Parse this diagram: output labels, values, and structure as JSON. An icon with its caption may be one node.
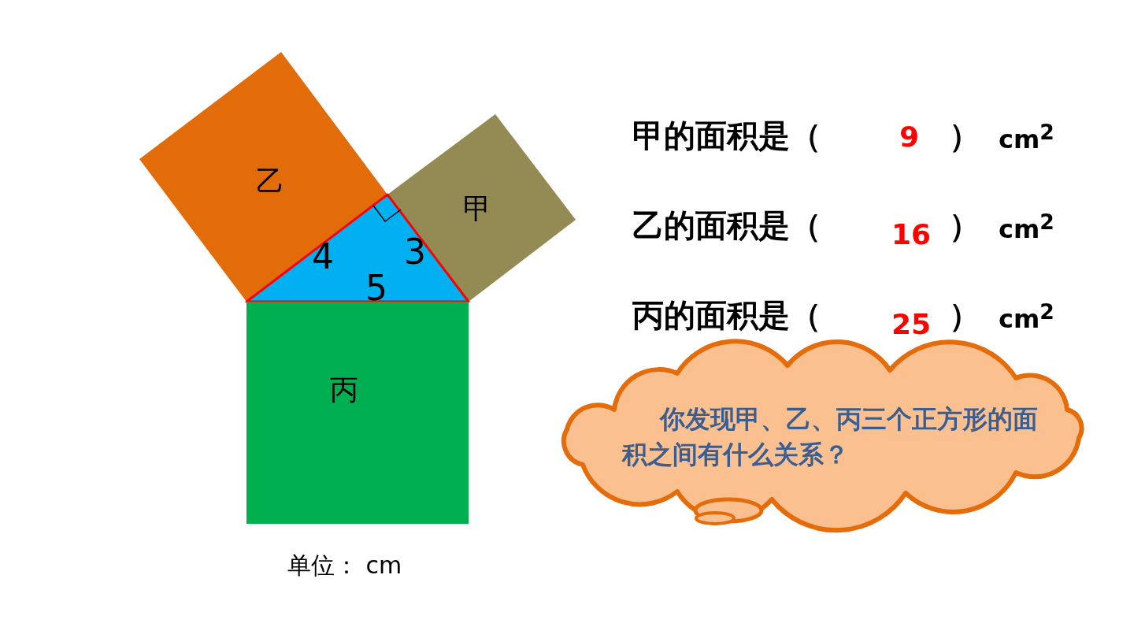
{
  "diagram": {
    "nodes": [
      {
        "text": [
          "乙"
        ]
      },
      {
        "text": [
          "甲"
        ]
      },
      {
        "text": [
          "4",
          "3",
          "5"
        ]
      },
      {
        "text": [
          "丙"
        ]
      },
      {
        "text": [
          "你发现甲、乙、丙三个正方形的面积之间有什么关系？"
        ]
      }
    ],
    "labels": [
      "甲的面积是（",
      "9",
      "）",
      "cm$^{2}$",
      "乙的面积是（",
      "16",
      "）",
      "cm$^{2}$",
      "丙的面积是（",
      "25",
      "）",
      "cm$^{2}$",
      "单位： cm"
    ]
  }
}
